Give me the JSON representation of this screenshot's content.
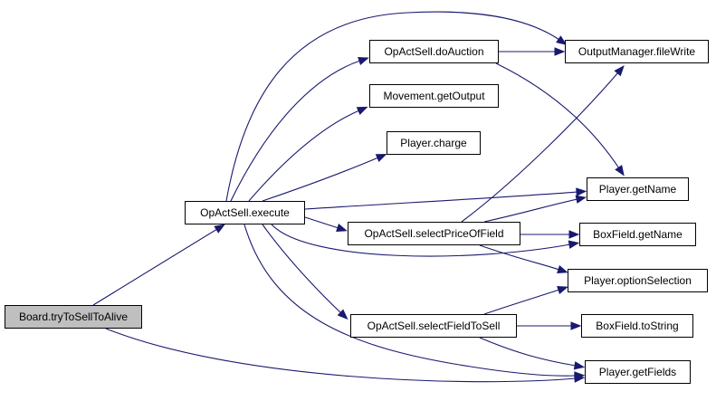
{
  "colors": {
    "edge": "#191970",
    "node_border": "#000000",
    "node_fill": "#ffffff",
    "root_fill": "#bfbfbf"
  },
  "nodes": {
    "board": "Board.tryToSellToAlive",
    "execute": "OpActSell.execute",
    "doAuction": "OpActSell.doAuction",
    "getOutput": "Movement.getOutput",
    "charge": "Player.charge",
    "selectPrice": "OpActSell.selectPriceOfField",
    "selectField": "OpActSell.selectFieldToSell",
    "fileWrite": "OutputManager.fileWrite",
    "playerGetName": "Player.getName",
    "boxGetName": "BoxField.getName",
    "optionSelection": "Player.optionSelection",
    "toString": "BoxField.toString",
    "getFields": "Player.getFields"
  },
  "edges": [
    [
      "board",
      "execute"
    ],
    [
      "board",
      "getFields"
    ],
    [
      "execute",
      "doAuction"
    ],
    [
      "execute",
      "getOutput"
    ],
    [
      "execute",
      "charge"
    ],
    [
      "execute",
      "fileWrite"
    ],
    [
      "execute",
      "playerGetName"
    ],
    [
      "execute",
      "selectPrice"
    ],
    [
      "execute",
      "boxGetName"
    ],
    [
      "execute",
      "selectField"
    ],
    [
      "execute",
      "getFields"
    ],
    [
      "doAuction",
      "fileWrite"
    ],
    [
      "doAuction",
      "playerGetName"
    ],
    [
      "selectPrice",
      "fileWrite"
    ],
    [
      "selectPrice",
      "playerGetName"
    ],
    [
      "selectPrice",
      "boxGetName"
    ],
    [
      "selectPrice",
      "optionSelection"
    ],
    [
      "selectField",
      "optionSelection"
    ],
    [
      "selectField",
      "toString"
    ],
    [
      "selectField",
      "getFields"
    ]
  ]
}
